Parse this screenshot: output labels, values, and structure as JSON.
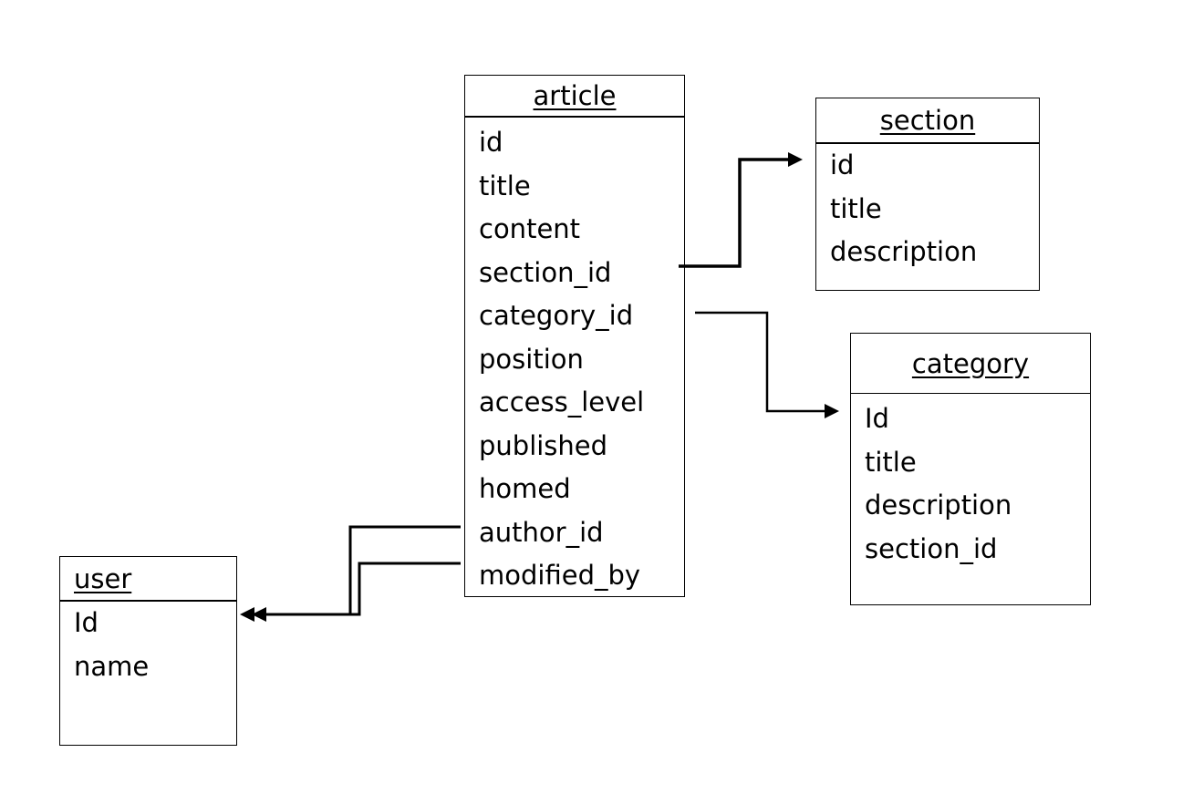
{
  "entities": {
    "article": {
      "name": "article",
      "fields": [
        "id",
        "title",
        "content",
        "section_id",
        "category_id",
        "position",
        "access_level",
        "published",
        "homed",
        "author_id",
        "modified_by"
      ]
    },
    "section": {
      "name": "section",
      "fields": [
        "id",
        "title",
        "description"
      ]
    },
    "category": {
      "name": "category",
      "fields": [
        "Id",
        "title",
        "description",
        "section_id"
      ]
    },
    "user": {
      "name": "user",
      "fields": [
        "Id",
        "name"
      ]
    }
  },
  "relations": [
    {
      "from": "article.section_id",
      "to": "section"
    },
    {
      "from": "article.category_id",
      "to": "category"
    },
    {
      "from": "article.author_id",
      "to": "user"
    },
    {
      "from": "article.modified_by",
      "to": "user"
    }
  ]
}
